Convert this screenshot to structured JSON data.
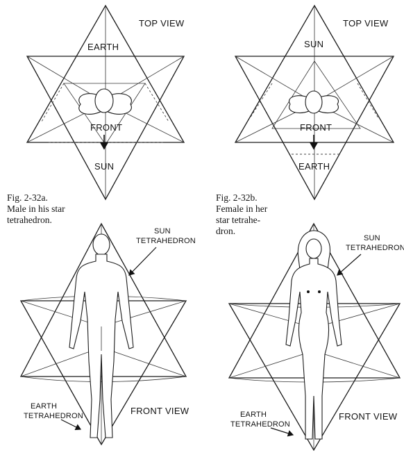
{
  "top_left": {
    "view_label": "TOP VIEW",
    "upper_label": "EARTH",
    "front_label": "FRONT",
    "lower_label": "SUN",
    "caption_lines": [
      "Fig.  2-32a.",
      "Male in his star",
      "tetrahedron."
    ]
  },
  "top_right": {
    "view_label": "TOP VIEW",
    "upper_label": "SUN",
    "front_label": "FRONT",
    "lower_label": "EARTH",
    "caption_lines": [
      "Fig.  2-32b.",
      "Female in her",
      "star tetrahe-",
      "dron."
    ]
  },
  "bottom_left": {
    "sun_lines": [
      "SUN",
      "TETRAHEDRON"
    ],
    "earth_lines": [
      "EARTH",
      "TETRAHEDRON"
    ],
    "view_label": "FRONT VIEW"
  },
  "bottom_right": {
    "sun_lines": [
      "SUN",
      "TETRAHEDRON"
    ],
    "earth_lines": [
      "EARTH",
      "TETRAHEDRON"
    ],
    "view_label": "FRONT VIEW"
  }
}
